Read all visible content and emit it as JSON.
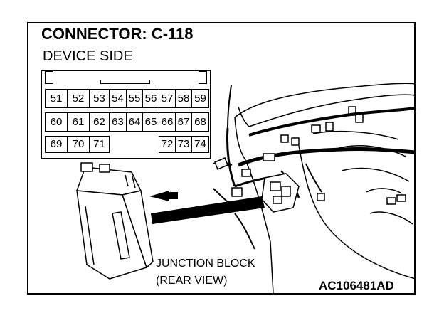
{
  "title": "CONNECTOR: C-118",
  "subtitle": "DEVICE SIDE",
  "connector_rows": [
    [
      "51",
      "52",
      "53",
      "54",
      "55",
      "56",
      "57",
      "58",
      "59"
    ],
    [
      "60",
      "61",
      "62",
      "63",
      "64",
      "65",
      "66",
      "67",
      "68"
    ],
    [
      "69",
      "70",
      "71",
      "",
      "",
      "",
      "72",
      "73",
      "74"
    ]
  ],
  "junction_block_label": [
    "JUNCTION BLOCK",
    "(REAR VIEW)"
  ],
  "figure_code": "AC106481AD"
}
